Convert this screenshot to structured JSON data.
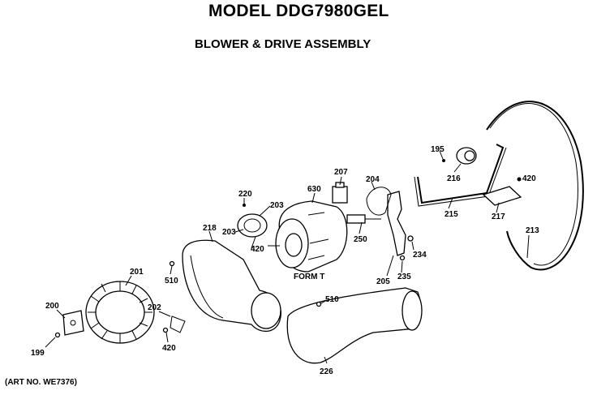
{
  "header": {
    "model_title": "MODEL DDG7980GEL",
    "section_title": "BLOWER & DRIVE ASSEMBLY"
  },
  "footer": {
    "art_no": "(ART NO. WE7376)"
  },
  "callouts": {
    "p195": "195",
    "p216": "216",
    "p207": "207",
    "p630": "630",
    "p204": "204",
    "p220": "220",
    "p203a": "203",
    "p203b": "203",
    "p420a": "420",
    "p420b": "420",
    "p420c": "420",
    "p218": "218",
    "p250": "250",
    "p234": "234",
    "p235": "235",
    "p205": "205",
    "p215": "215",
    "p217": "217",
    "p213": "213",
    "p201": "201",
    "p510a": "510",
    "p510b": "510",
    "p200": "200",
    "p199": "199",
    "p202": "202",
    "p226": "226",
    "motor_form": "FORM T"
  }
}
